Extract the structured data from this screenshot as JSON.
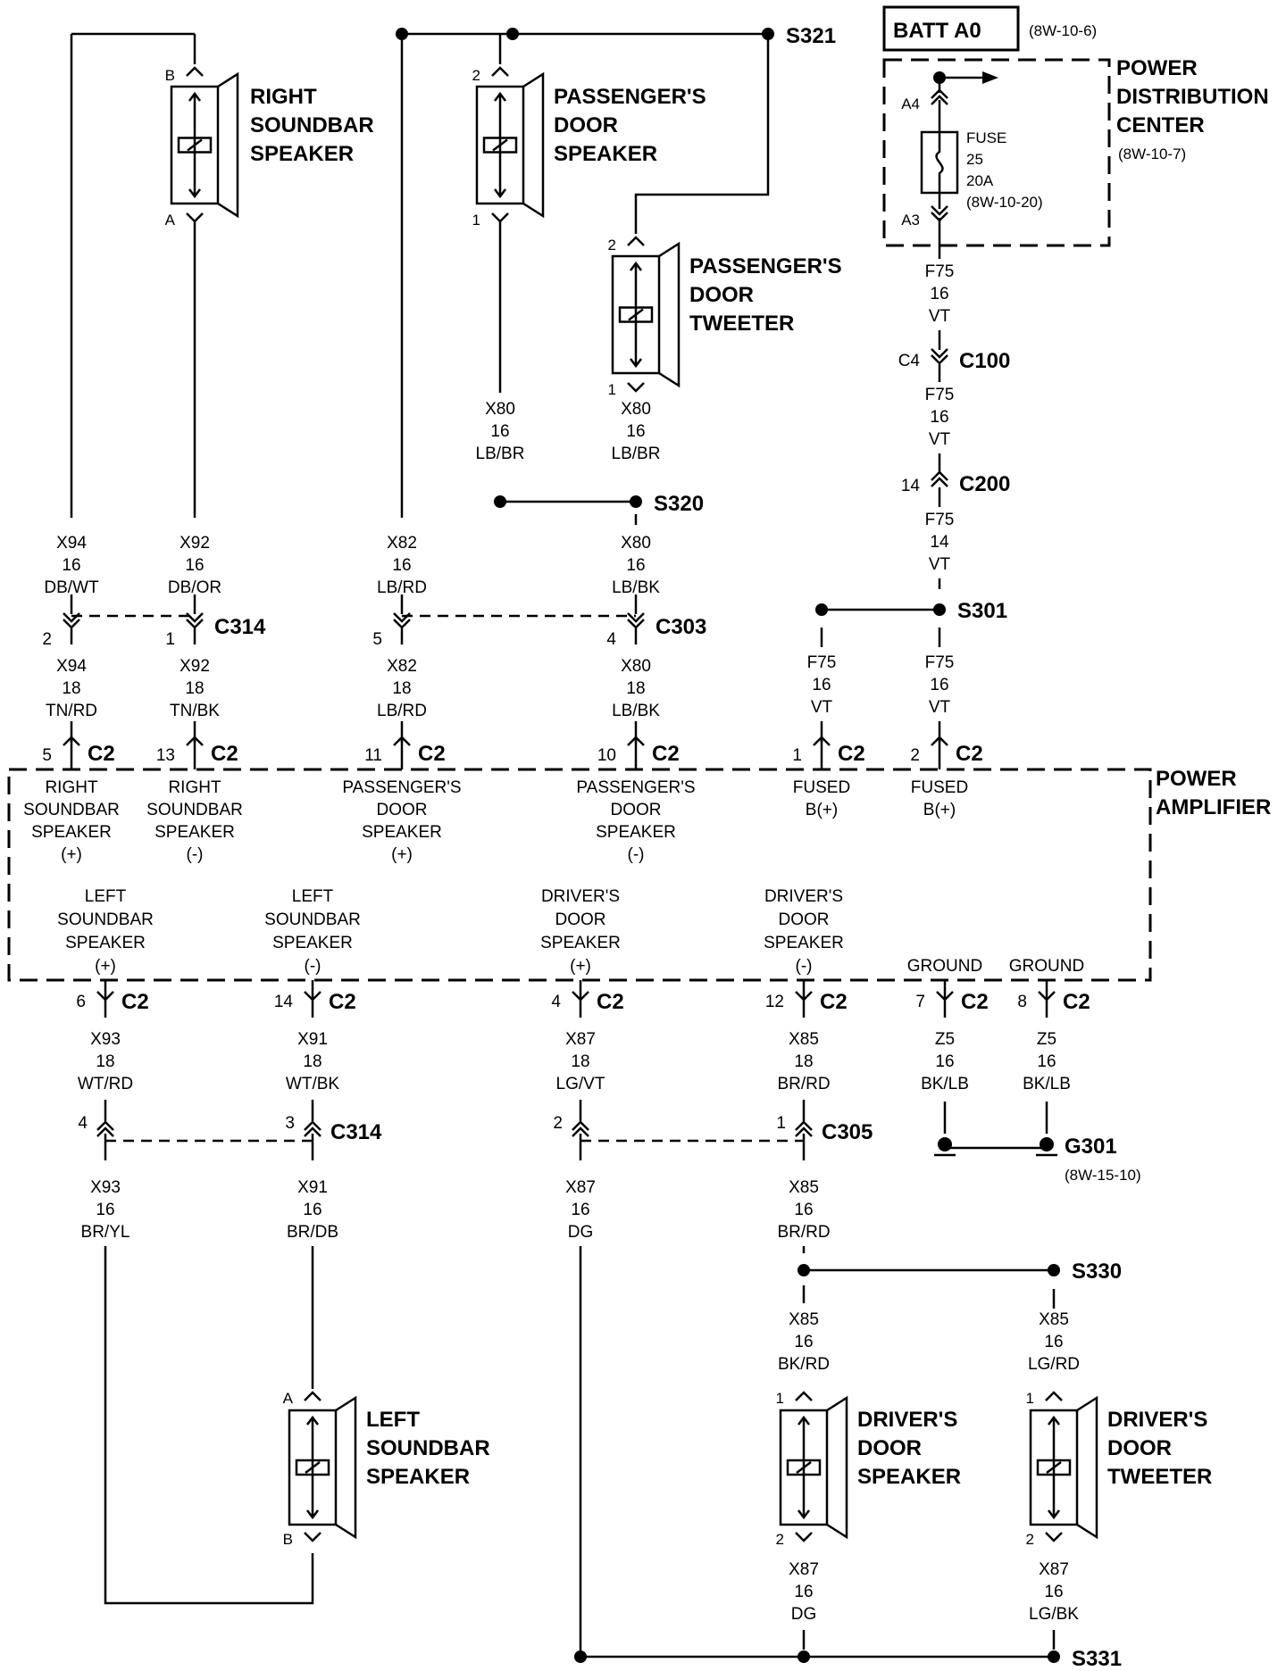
{
  "batt": {
    "label": "BATT A0",
    "ref": "(8W-10-6)"
  },
  "pdc": {
    "title": [
      "POWER",
      "DISTRIBUTION",
      "CENTER"
    ],
    "ref": "(8W-10-7)",
    "pin_in": "A4",
    "pin_out": "A3",
    "fuse": [
      "FUSE",
      "25",
      "20A",
      "(8W-10-20)"
    ]
  },
  "amp": {
    "title": [
      "POWER",
      "AMPLIFIER"
    ]
  },
  "components": {
    "right_soundbar": {
      "name": [
        "RIGHT",
        "SOUNDBAR",
        "SPEAKER"
      ],
      "pin_top": "B",
      "pin_bottom": "A"
    },
    "pass_door_speaker": {
      "name": [
        "PASSENGER'S",
        "DOOR",
        "SPEAKER"
      ],
      "pin_top": "2",
      "pin_bottom": "1"
    },
    "pass_door_tweeter": {
      "name": [
        "PASSENGER'S",
        "DOOR",
        "TWEETER"
      ],
      "pin_top": "2",
      "pin_bottom": "1"
    },
    "left_soundbar": {
      "name": [
        "LEFT",
        "SOUNDBAR",
        "SPEAKER"
      ],
      "pin_top": "A",
      "pin_bottom": "B"
    },
    "driver_door_speaker": {
      "name": [
        "DRIVER'S",
        "DOOR",
        "SPEAKER"
      ],
      "pin_top": "1",
      "pin_bottom": "2"
    },
    "driver_door_tweeter": {
      "name": [
        "DRIVER'S",
        "DOOR",
        "TWEETER"
      ],
      "pin_top": "1",
      "pin_bottom": "2"
    }
  },
  "splices": {
    "s321": "S321",
    "s320": "S320",
    "s301": "S301",
    "s330": "S330",
    "s331": "S331",
    "g301": "G301",
    "g301_ref": "(8W-15-10)"
  },
  "wires": {
    "f75_a": [
      "F75",
      "16",
      "VT"
    ],
    "f75_b": [
      "F75",
      "16",
      "VT"
    ],
    "f75_c": [
      "F75",
      "14",
      "VT"
    ],
    "f75_d": [
      "F75",
      "16",
      "VT"
    ],
    "f75_e": [
      "F75",
      "16",
      "VT"
    ],
    "x80_a": [
      "X80",
      "16",
      "LB/BR"
    ],
    "x80_b": [
      "X80",
      "16",
      "LB/BR"
    ],
    "x80_c": [
      "X80",
      "16",
      "LB/BK"
    ],
    "x80_d": [
      "X80",
      "18",
      "LB/BK"
    ],
    "x94_a": [
      "X94",
      "16",
      "DB/WT"
    ],
    "x92_a": [
      "X92",
      "16",
      "DB/OR"
    ],
    "x82_a": [
      "X82",
      "16",
      "LB/RD"
    ],
    "x94_b": [
      "X94",
      "18",
      "TN/RD"
    ],
    "x92_b": [
      "X92",
      "18",
      "TN/BK"
    ],
    "x82_b": [
      "X82",
      "18",
      "LB/RD"
    ],
    "x93_a": [
      "X93",
      "18",
      "WT/RD"
    ],
    "x91_a": [
      "X91",
      "18",
      "WT/BK"
    ],
    "x87_a": [
      "X87",
      "18",
      "LG/VT"
    ],
    "x85_a": [
      "X85",
      "18",
      "BR/RD"
    ],
    "z5_a": [
      "Z5",
      "16",
      "BK/LB"
    ],
    "z5_b": [
      "Z5",
      "16",
      "BK/LB"
    ],
    "x93_b": [
      "X93",
      "16",
      "BR/YL"
    ],
    "x91_b": [
      "X91",
      "16",
      "BR/DB"
    ],
    "x87_b": [
      "X87",
      "16",
      "DG"
    ],
    "x85_b": [
      "X85",
      "16",
      "BR/RD"
    ],
    "x85_c": [
      "X85",
      "16",
      "BK/RD"
    ],
    "x85_d": [
      "X85",
      "16",
      "LG/RD"
    ],
    "x87_c": [
      "X87",
      "16",
      "DG"
    ],
    "x87_d": [
      "X87",
      "16",
      "LG/BK"
    ]
  },
  "connectors": {
    "c100": {
      "name": "C100",
      "pin": "C4"
    },
    "c200": {
      "name": "C200",
      "pin": "14"
    },
    "c314_top": {
      "name": "C314",
      "pins": [
        "2",
        "1"
      ]
    },
    "c303": {
      "name": "C303",
      "pins": [
        "5",
        "4"
      ]
    },
    "c314_bot": {
      "name": "C314",
      "pins": [
        "4",
        "3"
      ]
    },
    "c305": {
      "name": "C305",
      "pins": [
        "2",
        "1"
      ]
    },
    "c2_top": {
      "name": "C2",
      "pins": [
        "5",
        "13",
        "11",
        "10",
        "1",
        "2"
      ]
    },
    "c2_bot": {
      "name": "C2",
      "pins": [
        "6",
        "14",
        "4",
        "12",
        "7",
        "8"
      ]
    }
  },
  "amp_pins_top": [
    [
      "RIGHT",
      "SOUNDBAR",
      "SPEAKER",
      "(+)"
    ],
    [
      "RIGHT",
      "SOUNDBAR",
      "SPEAKER",
      "(-)"
    ],
    [
      "PASSENGER'S",
      "DOOR",
      "SPEAKER",
      "(+)"
    ],
    [
      "PASSENGER'S",
      "DOOR",
      "SPEAKER",
      "(-)"
    ],
    [
      "FUSED",
      "B(+)"
    ],
    [
      "FUSED",
      "B(+)"
    ]
  ],
  "amp_pins_bot": [
    [
      "LEFT",
      "SOUNDBAR",
      "SPEAKER",
      "(+)"
    ],
    [
      "LEFT",
      "SOUNDBAR",
      "SPEAKER",
      "(-)"
    ],
    [
      "DRIVER'S",
      "DOOR",
      "SPEAKER",
      "(+)"
    ],
    [
      "DRIVER'S",
      "DOOR",
      "SPEAKER",
      "(-)"
    ],
    [
      "GROUND"
    ],
    [
      "GROUND"
    ]
  ]
}
